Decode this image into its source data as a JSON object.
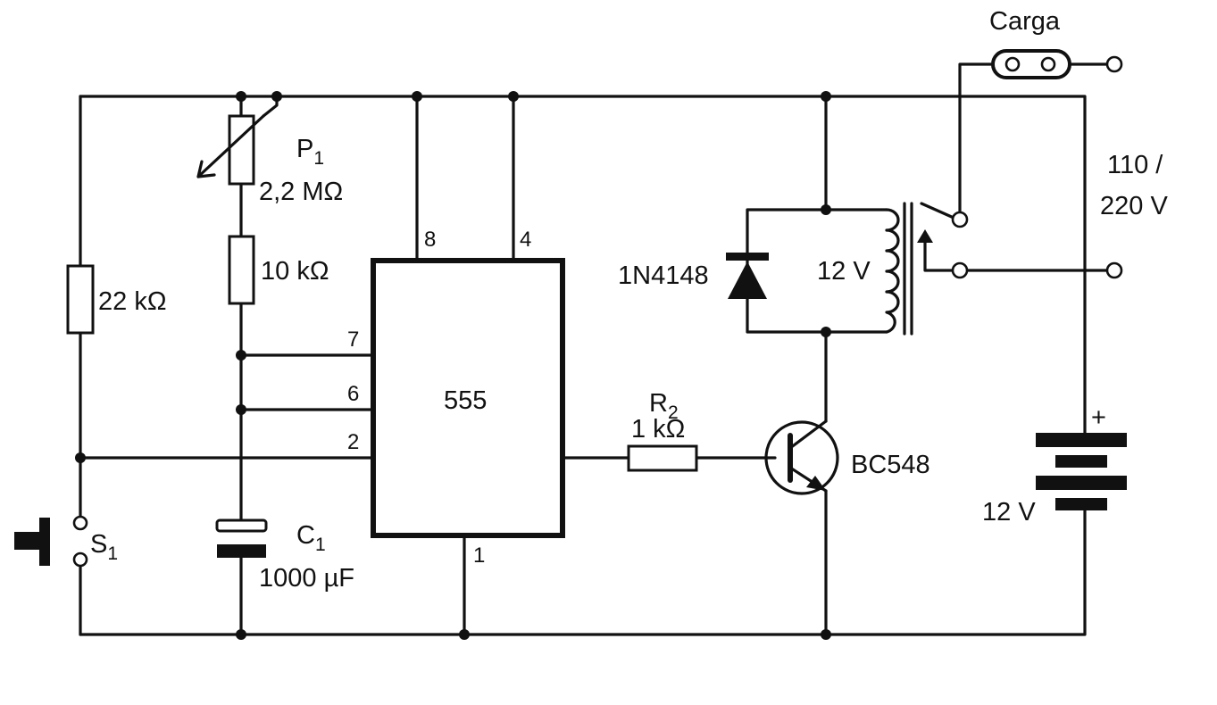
{
  "colors": {
    "ink": "#111111",
    "paper": "#ffffff"
  },
  "components": {
    "r1": {
      "value": "22 kΩ"
    },
    "p1": {
      "name": "P",
      "sub": "1",
      "value": "2,2 MΩ"
    },
    "r_timing": {
      "value": "10 kΩ"
    },
    "c1": {
      "name": "C",
      "sub": "1",
      "value": "1000 µF"
    },
    "s1": {
      "name": "S",
      "sub": "1"
    },
    "ic": {
      "label": "555",
      "pins": {
        "p8": "8",
        "p4": "4",
        "p7": "7",
        "p6": "6",
        "p2": "2",
        "p1": "1"
      }
    },
    "r2": {
      "name": "R",
      "sub": "2",
      "value": "1 kΩ"
    },
    "transistor": {
      "label": "BC548"
    },
    "diode": {
      "label": "1N4148"
    },
    "relay": {
      "label": "12 V"
    },
    "battery": {
      "label": "12 V",
      "plus": "+"
    },
    "load": {
      "label": "Carga"
    },
    "mains": {
      "line1": "110 /",
      "line2": "220 V"
    }
  }
}
